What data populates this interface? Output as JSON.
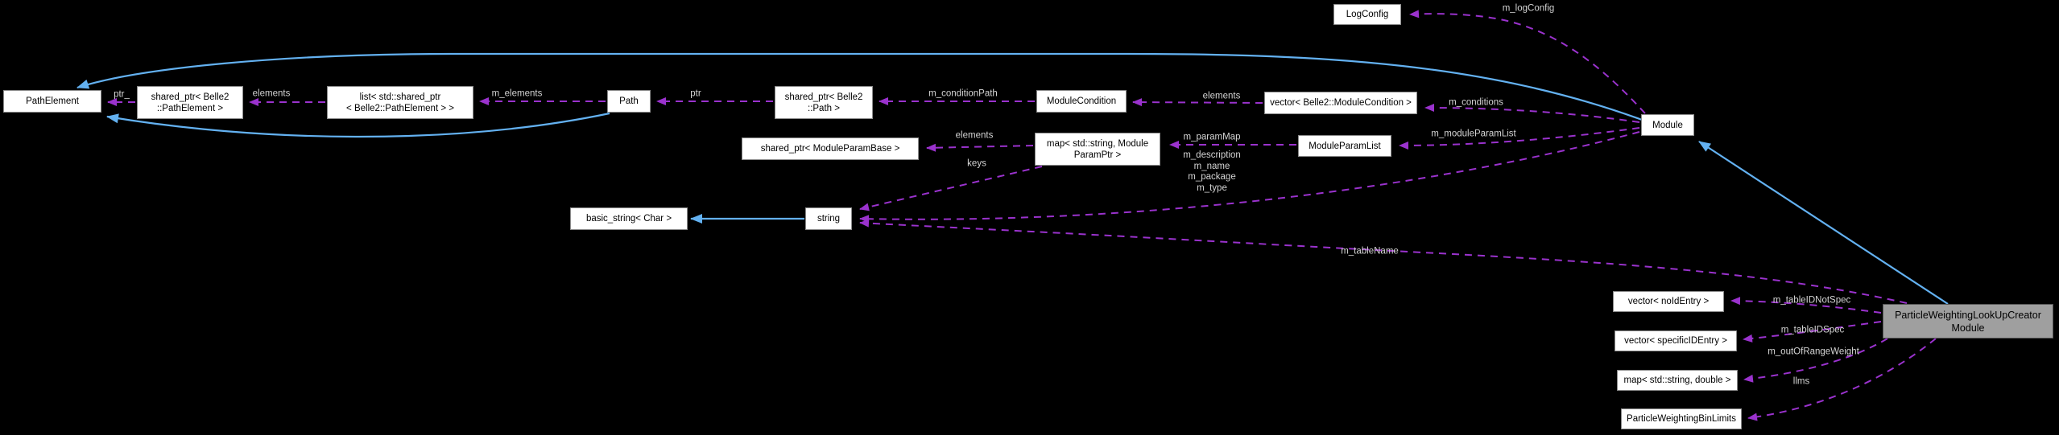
{
  "diagram": {
    "type": "collaboration-graph",
    "focus_class": "ParticleWeightingLookUpCreatorModule",
    "colors": {
      "background": "#000000",
      "inheritance_edge": "#63b1f1",
      "usage_edge": "#9a32cd",
      "node_background": "#ffffff",
      "node_border": "#8b8b8b",
      "node_text": "#000000",
      "focus_node_background": "#9f9f9f",
      "focus_node_border": "#555555",
      "edge_label_text": "#d4d4d4"
    },
    "nodes": {
      "pathElement": {
        "label": "PathElement"
      },
      "sharedPtrPathElement": {
        "label": "shared_ptr< Belle2\n::PathElement >"
      },
      "listSharedPtrPathElement": {
        "label": "list< std::shared_ptr\n< Belle2::PathElement > >"
      },
      "path": {
        "label": "Path"
      },
      "sharedPtrPath": {
        "label": "shared_ptr< Belle2\n::Path >"
      },
      "moduleCondition": {
        "label": "ModuleCondition"
      },
      "vectorModuleCondition": {
        "label": "vector< Belle2::ModuleCondition >"
      },
      "module": {
        "label": "Module"
      },
      "logConfig": {
        "label": "LogConfig"
      },
      "sharedPtrModuleParamBase": {
        "label": "shared_ptr< ModuleParamBase >"
      },
      "mapModuleParamPtr": {
        "label": "map< std::string, Module\nParamPtr >"
      },
      "moduleParamList": {
        "label": "ModuleParamList"
      },
      "basicString": {
        "label": "basic_string< Char >"
      },
      "string": {
        "label": "string"
      },
      "vectorNoIdEntry": {
        "label": "vector< noIdEntry >"
      },
      "vectorSpecificIDEntry": {
        "label": "vector< specificIDEntry >"
      },
      "mapStringDouble": {
        "label": "map< std::string, double >"
      },
      "particleWeightingBinLimits": {
        "label": "ParticleWeightingBinLimits"
      },
      "particleWeightingLookUpCreatorModule": {
        "label": "ParticleWeightingLookUpCreator\nModule"
      }
    },
    "edge_labels": {
      "ptrUnderscore": {
        "text": "ptr_"
      },
      "elementsPathElement": {
        "text": "elements"
      },
      "mElements": {
        "text": "m_elements"
      },
      "ptr": {
        "text": "ptr"
      },
      "mConditionPath": {
        "text": "m_conditionPath"
      },
      "elementsModuleCondition": {
        "text": "elements"
      },
      "mConditions": {
        "text": "m_conditions"
      },
      "mLogConfig": {
        "text": "m_logConfig"
      },
      "elementsParamBase": {
        "text": "elements"
      },
      "keys": {
        "text": "keys"
      },
      "mParamMap": {
        "text": "m_paramMap"
      },
      "mStringMembers": {
        "text": "m_description\nm_name\nm_package\nm_type"
      },
      "mModuleParamList": {
        "text": "m_moduleParamList"
      },
      "mTableName": {
        "text": "m_tableName"
      },
      "mTableIDNotSpec": {
        "text": "m_tableIDNotSpec"
      },
      "mTableIDSpec": {
        "text": "m_tableIDSpec"
      },
      "mOutOfRangeWeight": {
        "text": "m_outOfRangeWeight"
      },
      "llms": {
        "text": "llms"
      }
    }
  }
}
